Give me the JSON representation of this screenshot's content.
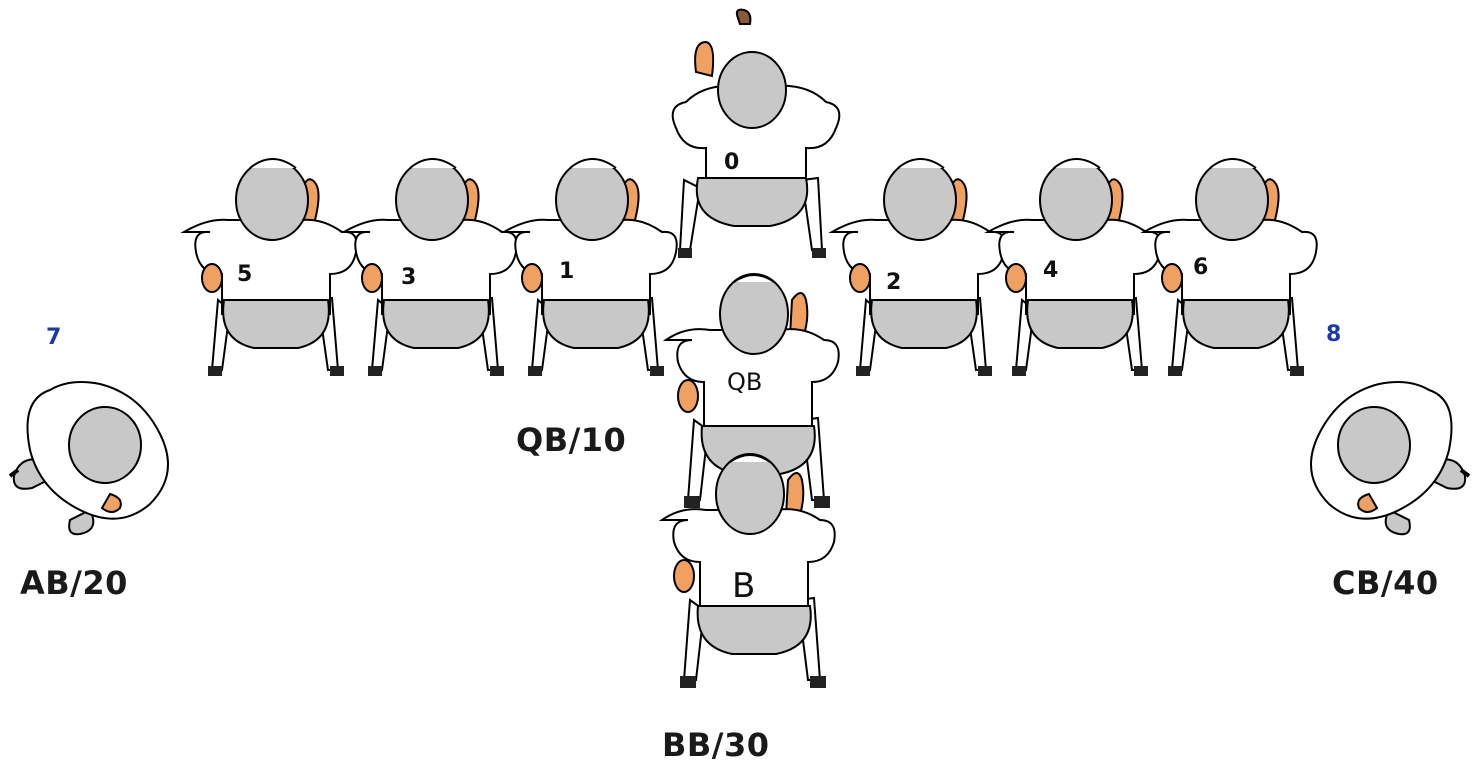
{
  "colors": {
    "jersey": "#ffffff",
    "outline": "#000000",
    "helmet": "#c8c8c8",
    "pants": "#c8c8c8",
    "skin": "#f0a060",
    "shoe": "#222222",
    "number_ink": "#101010",
    "wing_number_ink": "#1a3aa8"
  },
  "linemen": [
    {
      "number": "5",
      "icon": "lineman-icon"
    },
    {
      "number": "3",
      "icon": "lineman-icon"
    },
    {
      "number": "1",
      "icon": "lineman-icon"
    },
    {
      "number": "0",
      "icon": "center-lineman-icon"
    },
    {
      "number": "2",
      "icon": "lineman-icon"
    },
    {
      "number": "4",
      "icon": "lineman-icon"
    },
    {
      "number": "6",
      "icon": "lineman-icon"
    }
  ],
  "ends": [
    {
      "number": "7",
      "icon": "crouching-end-icon"
    },
    {
      "number": "8",
      "icon": "crouching-end-icon"
    }
  ],
  "quarterback": {
    "jersey_text": "QB",
    "label": "QB/10"
  },
  "blocking_back": {
    "jersey_text": "B",
    "label": "BB/30"
  },
  "wing_labels": {
    "left": "AB/20",
    "right": "CB/40"
  }
}
